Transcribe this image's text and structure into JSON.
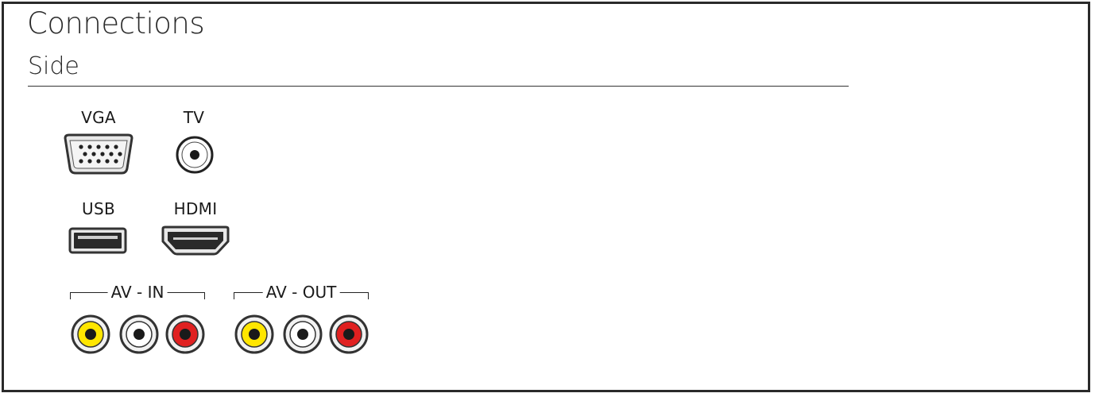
{
  "page": {
    "title": "Connections",
    "subtitle": "Side"
  },
  "ports": {
    "vga": {
      "label": "VGA",
      "icon": "vga-connector-icon"
    },
    "tv": {
      "label": "TV",
      "icon": "coaxial-antenna-connector-icon"
    },
    "usb": {
      "label": "USB",
      "icon": "usb-connector-icon"
    },
    "hdmi": {
      "label": "HDMI",
      "icon": "hdmi-connector-icon"
    }
  },
  "av_in": {
    "label": "AV - IN",
    "jacks": [
      {
        "name": "video",
        "color": "#ffe600",
        "icon": "rca-jack-icon"
      },
      {
        "name": "audio-left",
        "color": "#ffffff",
        "icon": "rca-jack-icon"
      },
      {
        "name": "audio-right",
        "color": "#e02020",
        "icon": "rca-jack-icon"
      }
    ]
  },
  "av_out": {
    "label": "AV - OUT",
    "jacks": [
      {
        "name": "video",
        "color": "#ffe600",
        "icon": "rca-jack-icon"
      },
      {
        "name": "audio-left",
        "color": "#ffffff",
        "icon": "rca-jack-icon"
      },
      {
        "name": "audio-right",
        "color": "#e02020",
        "icon": "rca-jack-icon"
      }
    ]
  },
  "colors": {
    "frame": "#2a2a2a",
    "connector_dark": "#333333",
    "connector_light": "#e8e8e8"
  }
}
